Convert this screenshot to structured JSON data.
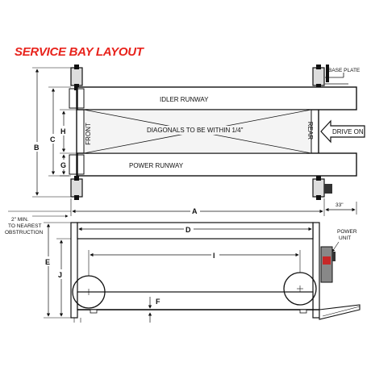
{
  "title": "SERVICE BAY LAYOUT",
  "colors": {
    "title": "#e8231c",
    "ink": "#111111",
    "runway_fill": "#ffffff",
    "panel_fill": "#f4f4f4"
  },
  "top_view": {
    "idler_runway": "IDLER RUNWAY",
    "power_runway": "POWER RUNWAY",
    "front": "FRONT",
    "rear": "REAR",
    "diagonals_note": "DIAGONALS TO BE WITHIN 1/4\"",
    "drive_on": "DRIVE ON",
    "base_plate": "BASE PLATE",
    "clearance_33": "33\""
  },
  "dimension_labels": {
    "A": "A",
    "B": "B",
    "C": "C",
    "D": "D",
    "E": "E",
    "F": "F",
    "G": "G",
    "H": "H",
    "I": "I",
    "J": "J"
  },
  "side_view": {
    "obstruction_note_1": "2\" MIN.",
    "obstruction_note_2": "TO NEAREST",
    "obstruction_note_3": "OBSTRUCTION",
    "power_unit_1": "POWER",
    "power_unit_2": "UNIT"
  }
}
